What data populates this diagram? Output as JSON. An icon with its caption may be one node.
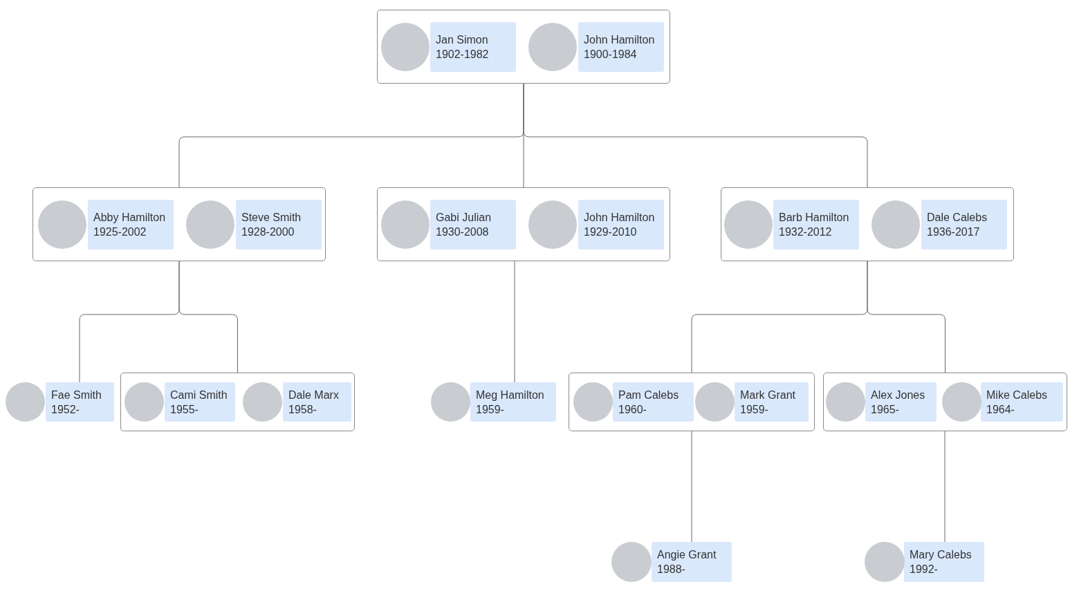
{
  "diagram": {
    "nodes": [
      {
        "text": [],
        "shape": "box"
      },
      {
        "text": [
          "Jan Simon",
          "1902-1982"
        ],
        "in": 0
      },
      {
        "text": [
          "John Hamilton",
          "1900-1984"
        ],
        "in": 0
      },
      {
        "text": [],
        "shape": "box"
      },
      {
        "text": [
          "Abby Hamilton",
          "1925-2002"
        ],
        "in": 3
      },
      {
        "text": [
          "Steve Smith",
          "1928-2000"
        ],
        "in": 3
      },
      {
        "text": [],
        "shape": "box"
      },
      {
        "text": [
          "Gabi Julian",
          "1930-2008"
        ],
        "in": 6
      },
      {
        "text": [
          "John Hamilton",
          "1929-2010"
        ],
        "in": 6
      },
      {
        "text": [],
        "shape": "box"
      },
      {
        "text": [
          "Barb Hamilton",
          "1932-2012"
        ],
        "in": 9
      },
      {
        "text": [
          "Dale Calebs",
          "1936-2017"
        ],
        "in": 9
      },
      {
        "text": [
          "Fae Smith",
          "1952-"
        ]
      },
      {
        "text": [],
        "shape": "box"
      },
      {
        "text": [
          "Cami Smith",
          "1955-"
        ],
        "in": 13
      },
      {
        "text": [
          "Dale Marx",
          "1958-"
        ],
        "in": 13
      },
      {
        "text": [
          "Meg Hamilton",
          "1959-"
        ]
      },
      {
        "text": [],
        "shape": "box"
      },
      {
        "text": [
          "Pam Calebs",
          "1960-"
        ],
        "in": 17
      },
      {
        "text": [
          "Mark Grant",
          "1959-"
        ],
        "in": 17
      },
      {
        "text": [],
        "shape": "box"
      },
      {
        "text": [
          "Alex Jones",
          "1965-"
        ],
        "in": 20
      },
      {
        "text": [
          "Mike Calebs",
          "1964-"
        ],
        "in": 20
      },
      {
        "text": [
          "Angie Grant",
          "1988-"
        ]
      },
      {
        "text": [
          "Mary Calebs",
          "1992-"
        ]
      }
    ],
    "edges": [
      {
        "from": 0,
        "to": 3,
        "arrow": "none"
      },
      {
        "from": 0,
        "to": 6,
        "arrow": "none"
      },
      {
        "from": 0,
        "to": 9,
        "arrow": "none"
      },
      {
        "from": 3,
        "to": 12,
        "arrow": "none"
      },
      {
        "from": 3,
        "to": 13,
        "arrow": "none"
      },
      {
        "from": 6,
        "to": 16,
        "arrow": "none"
      },
      {
        "from": 9,
        "to": 17,
        "arrow": "none"
      },
      {
        "from": 9,
        "to": 20,
        "arrow": "none"
      },
      {
        "from": 17,
        "to": 23,
        "arrow": "none"
      },
      {
        "from": 20,
        "to": 24,
        "arrow": "none"
      }
    ]
  }
}
